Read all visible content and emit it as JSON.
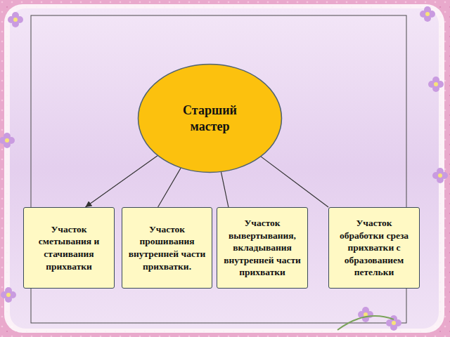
{
  "diagram": {
    "nodes": [
      {
        "text": [
          "Старший мастер"
        ]
      },
      {
        "text": [
          "Участок сметывания и стачивания прихватки"
        ]
      },
      {
        "text": [
          "Участок прошивания внутренней части прихватки."
        ]
      },
      {
        "text": [
          "Участок вывертывания, вкладывания внутренней части прихватки"
        ]
      },
      {
        "text": [
          "Участок обработки среза прихватки с образованием петельки"
        ]
      }
    ],
    "edges": [
      {
        "from": 0,
        "to": 1,
        "arrow": "to"
      },
      {
        "from": 0,
        "to": 2,
        "arrow": "none"
      },
      {
        "from": 0,
        "to": 3,
        "arrow": "none"
      },
      {
        "from": 0,
        "to": 4,
        "arrow": "none"
      }
    ]
  }
}
